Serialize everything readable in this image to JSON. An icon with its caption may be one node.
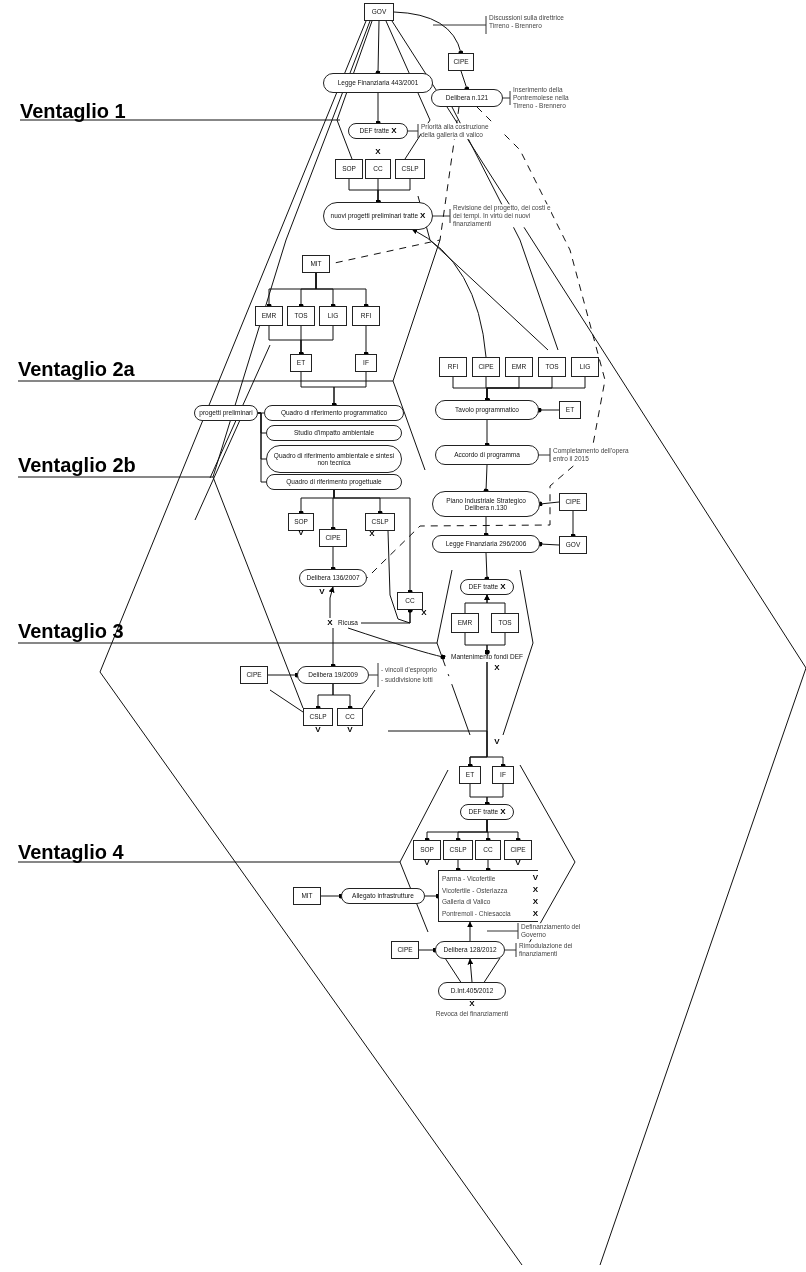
{
  "diagram": {
    "nodes": [
      {
        "text": [
          "GOV"
        ]
      },
      {
        "text": [
          "CIPE"
        ]
      },
      {
        "text": [
          "Legge Finanziaria 443/2001"
        ]
      },
      {
        "text": [
          "Delibera n.121"
        ],
        "beside": [
          "Inserimento della Pontremolese nella Tirreno - Brennero"
        ]
      },
      {
        "text": [
          "DEF tratte",
          "X"
        ],
        "beside": [
          "Priorità alla costruzione della galleria di valico"
        ]
      },
      {
        "text": [
          "SOP"
        ]
      },
      {
        "text": [
          "CC"
        ]
      },
      {
        "text": [
          "CSLP"
        ]
      },
      {
        "text": [
          "nuovi progetti preliminari tratte",
          "X"
        ],
        "beside": [
          "Revisione del progetto, dei costi e dei tempi. In virtù dei nuovi finanziamenti"
        ]
      },
      {
        "text": [
          "MIT"
        ]
      },
      {
        "text": [
          "EMR"
        ]
      },
      {
        "text": [
          "TOS"
        ]
      },
      {
        "text": [
          "LIG"
        ]
      },
      {
        "text": [
          "RFI"
        ]
      },
      {
        "text": [
          "ET"
        ]
      },
      {
        "text": [
          "IF"
        ]
      },
      {
        "text": [
          "progetti preliminari"
        ]
      },
      {
        "text": [
          "Quadro di riferimento programmatico"
        ]
      },
      {
        "text": [
          "Studio d'impatto ambientale"
        ]
      },
      {
        "text": [
          "Quadro di riferimento ambientale e sintesi non tecnica"
        ]
      },
      {
        "text": [
          "Quadro di riferimento progettuale"
        ]
      },
      {
        "text": [
          "SOP"
        ],
        "beside": [
          "V"
        ]
      },
      {
        "text": [
          "CIPE"
        ]
      },
      {
        "text": [
          "CSLP"
        ],
        "beside": [
          "X"
        ]
      },
      {
        "text": [
          "Delibera 136/2007"
        ],
        "beside": [
          "V"
        ]
      },
      {
        "text": [
          "CC"
        ],
        "beside": [
          "X"
        ]
      },
      {
        "text": [
          "Ricusa"
        ],
        "beside": [
          "X"
        ]
      },
      {
        "text": [
          "CIPE"
        ]
      },
      {
        "text": [
          "Delibera 19/2009"
        ],
        "beside": [
          "- vincoli d'esproprio",
          "- suddivisione lotti"
        ]
      },
      {
        "text": [
          "CSLP"
        ],
        "beside": [
          "V"
        ]
      },
      {
        "text": [
          "CC"
        ],
        "beside": [
          "V"
        ]
      },
      {
        "text": [
          "RFI"
        ]
      },
      {
        "text": [
          "CIPE"
        ]
      },
      {
        "text": [
          "EMR"
        ]
      },
      {
        "text": [
          "TOS"
        ]
      },
      {
        "text": [
          "LIG"
        ]
      },
      {
        "text": [
          "Tavolo programmatico"
        ]
      },
      {
        "text": [
          "ET"
        ]
      },
      {
        "text": [
          "Accordo di programma"
        ],
        "beside": [
          "Completamento dell'opera entro il 2015"
        ]
      },
      {
        "text": [
          "Piano Industriale Strategico",
          "Delibera n.130"
        ]
      },
      {
        "text": [
          "CIPE"
        ]
      },
      {
        "text": [
          "Legge Finanziaria 296/2006"
        ]
      },
      {
        "text": [
          "GOV"
        ]
      },
      {
        "text": [
          "DEF tratte",
          "X"
        ]
      },
      {
        "text": [
          "EMR"
        ]
      },
      {
        "text": [
          "TOS"
        ]
      },
      {
        "text": [
          "Mantenimento fondi DEF"
        ],
        "beside": [
          "X"
        ]
      },
      {
        "text": [
          "ET"
        ]
      },
      {
        "text": [
          "IF"
        ]
      },
      {
        "text": [
          "DEF tratte",
          "X"
        ]
      },
      {
        "text": [
          "SOP"
        ],
        "beside": [
          "V"
        ]
      },
      {
        "text": [
          "CSLP"
        ]
      },
      {
        "text": [
          "CC"
        ]
      },
      {
        "text": [
          "CIPE"
        ],
        "beside": [
          "V"
        ]
      },
      {
        "text": [
          "Parma - Vicofertile",
          "V",
          "Vicofertile - Osteriazza",
          "X",
          "Galleria di Valico",
          "X",
          "Pontremoli - Chiesaccia",
          "X"
        ]
      },
      {
        "text": [
          "Allegato infrastrutture"
        ]
      },
      {
        "text": [
          "MIT"
        ]
      },
      {
        "text": [
          "Delibera 128/2012"
        ],
        "beside": [
          "Rimodulazione dei finanziamenti"
        ]
      },
      {
        "text": [
          "CIPE"
        ]
      },
      {
        "text": [
          "D.Int.405/2012"
        ],
        "beside": [
          "X",
          "Revoca dei finanziamenti"
        ]
      }
    ],
    "edges": [
      {
        "from": 0,
        "to": 1,
        "arrow": "other"
      },
      {
        "from": 0,
        "to": 2,
        "arrow": "other"
      },
      {
        "from": 1,
        "to": 3,
        "arrow": "other"
      },
      {
        "from": 2,
        "to": 4,
        "arrow": "other"
      },
      {
        "from": 5,
        "to": 8,
        "arrow": "other"
      },
      {
        "from": 6,
        "to": 8,
        "arrow": "other"
      },
      {
        "from": 7,
        "to": 8,
        "arrow": "other"
      },
      {
        "from": 32,
        "to": 8,
        "arrow": "to"
      },
      {
        "from": 3,
        "to": 9,
        "arrow": "none",
        "style": "dashed"
      },
      {
        "from": 9,
        "to": 10,
        "arrow": "other"
      },
      {
        "from": 9,
        "to": 11,
        "arrow": "other"
      },
      {
        "from": 9,
        "to": 12,
        "arrow": "other"
      },
      {
        "from": 9,
        "to": 13,
        "arrow": "other"
      },
      {
        "from": 10,
        "to": 14,
        "arrow": "other"
      },
      {
        "from": 11,
        "to": 14,
        "arrow": "other"
      },
      {
        "from": 12,
        "to": 14,
        "arrow": "other"
      },
      {
        "from": 13,
        "to": 15,
        "arrow": "other"
      },
      {
        "from": 14,
        "to": 17,
        "arrow": "other"
      },
      {
        "from": 15,
        "to": 17,
        "arrow": "other"
      },
      {
        "from": 16,
        "to": 17,
        "arrow": "none"
      },
      {
        "from": 16,
        "to": 18,
        "arrow": "none"
      },
      {
        "from": 16,
        "to": 19,
        "arrow": "none"
      },
      {
        "from": 16,
        "to": 20,
        "arrow": "none"
      },
      {
        "from": 20,
        "to": 21,
        "arrow": "other"
      },
      {
        "from": 20,
        "to": 22,
        "arrow": "other"
      },
      {
        "from": 20,
        "to": 23,
        "arrow": "other"
      },
      {
        "from": 20,
        "to": 25,
        "arrow": "other"
      },
      {
        "from": 22,
        "to": 24,
        "arrow": "other"
      },
      {
        "from": 23,
        "to": 25,
        "arrow": "other"
      },
      {
        "from": 26,
        "to": 25,
        "arrow": "other"
      },
      {
        "from": 26,
        "to": 24,
        "arrow": "to"
      },
      {
        "from": 26,
        "to": 28,
        "arrow": "other"
      },
      {
        "from": 26,
        "to": 46,
        "arrow": "other"
      },
      {
        "from": 27,
        "to": 28,
        "arrow": "other"
      },
      {
        "from": 28,
        "to": 29,
        "arrow": "other"
      },
      {
        "from": 28,
        "to": 30,
        "arrow": "other"
      },
      {
        "from": 31,
        "to": 36,
        "arrow": "other"
      },
      {
        "from": 32,
        "to": 36,
        "arrow": "other"
      },
      {
        "from": 33,
        "to": 36,
        "arrow": "other"
      },
      {
        "from": 34,
        "to": 36,
        "arrow": "other"
      },
      {
        "from": 35,
        "to": 36,
        "arrow": "other"
      },
      {
        "from": 37,
        "to": 36,
        "arrow": "other"
      },
      {
        "from": 36,
        "to": 38,
        "arrow": "other"
      },
      {
        "from": 38,
        "to": 39,
        "arrow": "other"
      },
      {
        "from": 40,
        "to": 39,
        "arrow": "other"
      },
      {
        "from": 39,
        "to": 41,
        "arrow": "other"
      },
      {
        "from": 42,
        "to": 41,
        "arrow": "other"
      },
      {
        "from": 40,
        "to": 42,
        "arrow": "other"
      },
      {
        "from": 41,
        "to": 43,
        "arrow": "other"
      },
      {
        "from": 44,
        "to": 43,
        "arrow": "to"
      },
      {
        "from": 45,
        "to": 43,
        "arrow": "to"
      },
      {
        "from": 44,
        "to": 46,
        "arrow": "other"
      },
      {
        "from": 45,
        "to": 46,
        "arrow": "other"
      },
      {
        "from": 46,
        "to": 47,
        "arrow": "other"
      },
      {
        "from": 46,
        "to": 48,
        "arrow": "other"
      },
      {
        "from": null,
        "to": 47,
        "arrow": "other"
      },
      {
        "from": 47,
        "to": 49,
        "arrow": "other"
      },
      {
        "from": 48,
        "to": 49,
        "arrow": "other"
      },
      {
        "from": 49,
        "to": 50,
        "arrow": "other"
      },
      {
        "from": 49,
        "to": 51,
        "arrow": "other"
      },
      {
        "from": 49,
        "to": 52,
        "arrow": "other"
      },
      {
        "from": 49,
        "to": 53,
        "arrow": "other"
      },
      {
        "from": 51,
        "to": 54,
        "arrow": "other"
      },
      {
        "from": 52,
        "to": 54,
        "arrow": "other"
      },
      {
        "from": 56,
        "to": 55,
        "arrow": "other"
      },
      {
        "from": 55,
        "to": 54,
        "arrow": "other"
      },
      {
        "from": 57,
        "to": 54,
        "arrow": "to"
      },
      {
        "from": 58,
        "to": 57,
        "arrow": "other"
      },
      {
        "from": 59,
        "to": 57,
        "arrow": "to"
      },
      {
        "from": 3,
        "to": 24,
        "arrow": "none",
        "style": "dashed"
      }
    ],
    "labels": [
      "Ventaglio 1",
      "Ventaglio 2a",
      "Ventaglio 2b",
      "Ventaglio 3",
      "Ventaglio 4",
      "Discussioni sulla direttrice Tirreno - Brennero",
      "X",
      "Definanziamento del Governo",
      "V"
    ]
  }
}
